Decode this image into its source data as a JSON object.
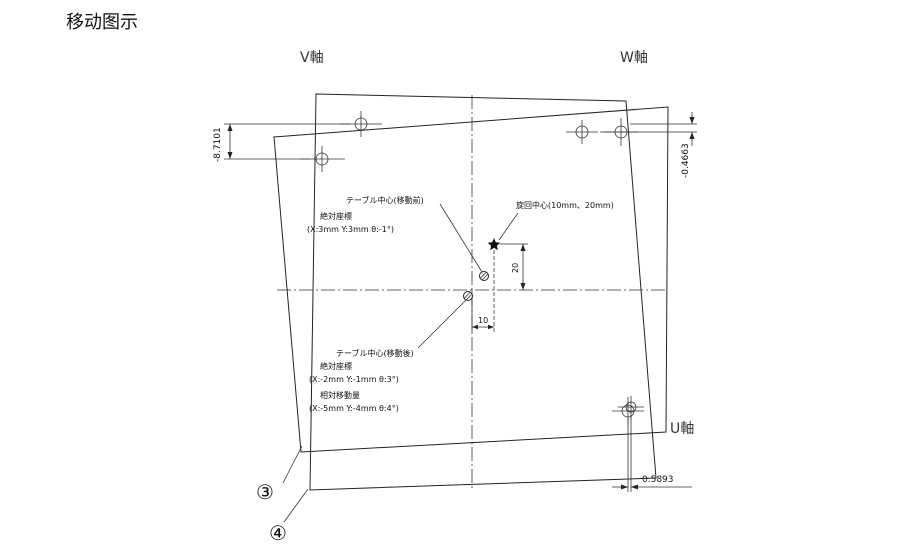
{
  "title": "移动图示",
  "axes": {
    "v": "V軸",
    "w": "W軸",
    "u": "U軸"
  },
  "dimensions": {
    "left": "-8.7101",
    "right": "-0.4663",
    "bottom": "0.5893",
    "horiz": "10",
    "vert": "20"
  },
  "rotation_center": "旋回中心(10mm、20mm)",
  "before": {
    "label": "テーブル中心(移動前)",
    "abs_label": "絶対座標",
    "abs_value": "(X:3mm Y:3mm θ:-1°)"
  },
  "after": {
    "label": "テーブル中心(移動後)",
    "abs_label": "絶対座標",
    "abs_value": "(X:-2mm Y:-1mm θ:3°)",
    "rel_label": "相対移動量",
    "rel_value": "(X:-5mm Y:-4mm θ:4°)"
  },
  "callouts": {
    "three": "③",
    "four": "④"
  },
  "colors": {
    "line": "#222222",
    "background": "#ffffff"
  }
}
